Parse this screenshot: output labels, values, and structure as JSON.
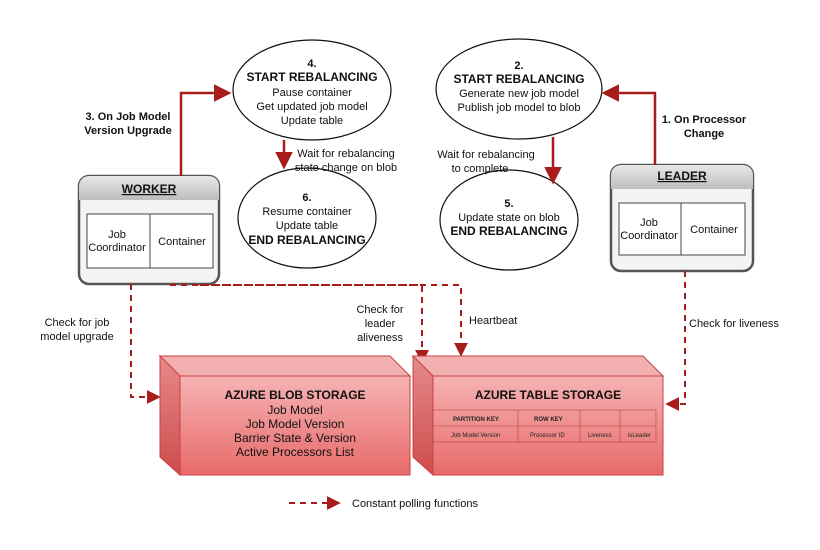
{
  "colors": {
    "arrow": "#a91c1c",
    "storage_front": "#f08a8a",
    "storage_side": "#d85a5a",
    "storage_edge": "#c94242",
    "node_border": "#555555",
    "node_header": "#cfcfcf"
  },
  "worker": {
    "title": "WORKER",
    "job_coordinator": "Job Coordinator",
    "container": "Container"
  },
  "leader": {
    "title": "LEADER",
    "job_coordinator": "Job Coordinator",
    "container": "Container"
  },
  "steps": {
    "step4": {
      "number": "4.",
      "title": "START REBALANCING",
      "line1": "Pause container",
      "line2": "Get updated job model",
      "line3": "Update table"
    },
    "step2": {
      "number": "2.",
      "title": "START REBALANCING",
      "line1": "Generate new job model",
      "line2": "Publish job model to blob"
    },
    "step6": {
      "number": "6.",
      "line1": "Resume container",
      "line2": "Update table",
      "title": "END REBALANCING"
    },
    "step5": {
      "number": "5.",
      "line1": "Update state on blob",
      "title": "END REBALANCING"
    }
  },
  "labels": {
    "job_model_upgrade_1": "3. On Job Model",
    "job_model_upgrade_2": "Version Upgrade",
    "processor_change_1": "1. On Processor",
    "processor_change_2": "Change",
    "wait_change_1": "Wait for rebalancing",
    "wait_change_2": "state change on blob",
    "wait_complete_1": "Wait for rebalancing",
    "wait_complete_2": "to complete",
    "check_upgrade_1": "Check for job",
    "check_upgrade_2": "model upgrade",
    "check_leader_1": "Check for",
    "check_leader_2": "leader",
    "check_leader_3": "aliveness",
    "heartbeat": "Heartbeat",
    "check_liveness": "Check for liveness"
  },
  "blob_storage": {
    "title": "AZURE BLOB STORAGE",
    "items": [
      "Job Model",
      "Job Model Version",
      "Barrier State & Version",
      "Active Processors List"
    ]
  },
  "table_storage": {
    "title": "AZURE TABLE STORAGE",
    "headers": [
      "PARTITION KEY",
      "ROW KEY",
      "",
      ""
    ],
    "row": [
      "Job Model Version",
      "Processor ID",
      "Liveness",
      "isLeader"
    ]
  },
  "legend": {
    "label": "Constant polling functions"
  }
}
